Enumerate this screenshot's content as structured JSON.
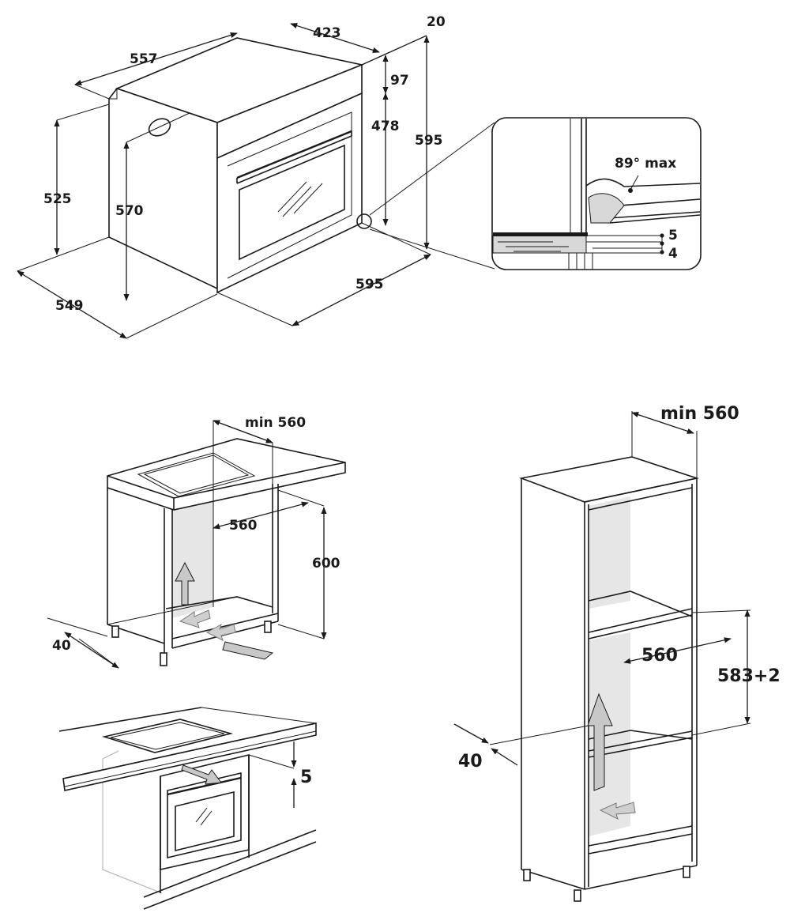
{
  "oven_dimensions": {
    "width_top": "557",
    "depth_top": "423",
    "door_offset": "20",
    "panel_height": "97",
    "cavity_height": "478",
    "overall_height": "595",
    "side_height": "525",
    "inner_height": "570",
    "depth_base": "549",
    "front_width": "595"
  },
  "hinge_detail": {
    "angle_label": "89° max",
    "gap_upper": "5",
    "gap_lower": "4"
  },
  "under_counter": {
    "min_depth": "min 560",
    "width": "560",
    "height": "600",
    "rear_gap": "40"
  },
  "tall_cabinet": {
    "min_depth": "min 560",
    "width": "560",
    "height": "583+2",
    "rear_gap": "40"
  },
  "hob_install": {
    "gap": "5"
  },
  "colors": {
    "line": "#1a1a1a",
    "ventilation_shade": "#e6e6e6",
    "airflow_arrow": "#c8c8c8"
  }
}
